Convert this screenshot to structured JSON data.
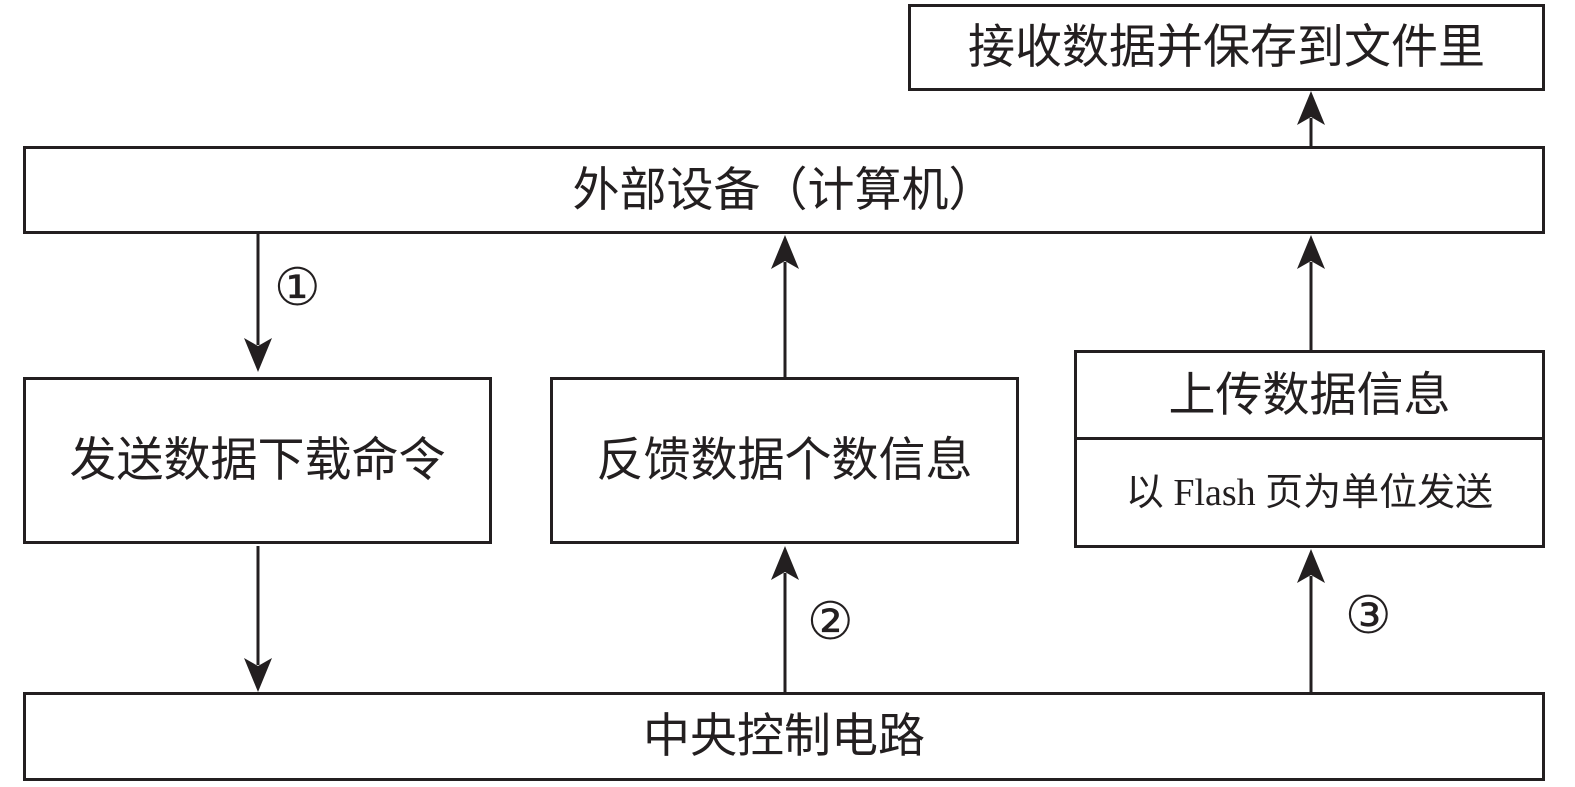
{
  "diagram": {
    "nodes": {
      "receive_save": "接收数据并保存到文件里",
      "external_device": "外部设备（计算机）",
      "send_download_cmd": "发送数据下载命令",
      "feedback_count": "反馈数据个数信息",
      "upload_info": "上传数据信息",
      "upload_unit_prefix": "以",
      "upload_unit_latin": " Flash ",
      "upload_unit_suffix": "页为单位发送",
      "central_control": "中央控制电路"
    },
    "step_labels": {
      "step1": "①",
      "step2": "②",
      "step3": "③"
    },
    "edges": [
      {
        "from": "external_device",
        "to": "send_download_cmd",
        "step": "step1"
      },
      {
        "from": "send_download_cmd",
        "to": "central_control"
      },
      {
        "from": "central_control",
        "to": "feedback_count",
        "step": "step2"
      },
      {
        "from": "feedback_count",
        "to": "external_device"
      },
      {
        "from": "central_control",
        "to": "upload_info",
        "step": "step3"
      },
      {
        "from": "upload_info",
        "to": "external_device"
      },
      {
        "from": "external_device",
        "to": "receive_save"
      }
    ],
    "line_color": "#231f20"
  }
}
